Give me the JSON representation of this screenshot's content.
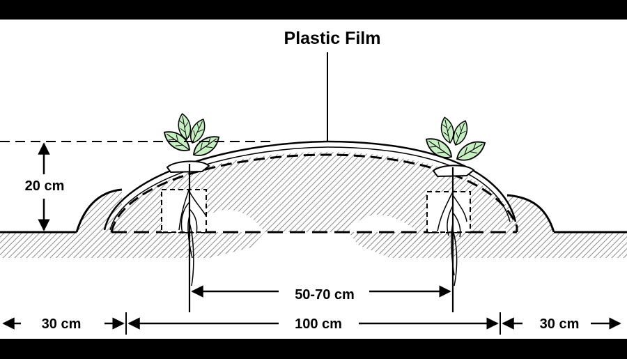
{
  "labels": {
    "film": "Plastic Film",
    "height": "20 cm",
    "plant_spacing": "50-70 cm",
    "bed_width": "100 cm",
    "left_margin": "30 cm",
    "right_margin": "30 cm"
  },
  "colors": {
    "background": "#ffffff",
    "frame": "#000000",
    "line": "#000000",
    "soil_hatch": "#9a9a9a",
    "leaf": "#c6f0c2"
  }
}
